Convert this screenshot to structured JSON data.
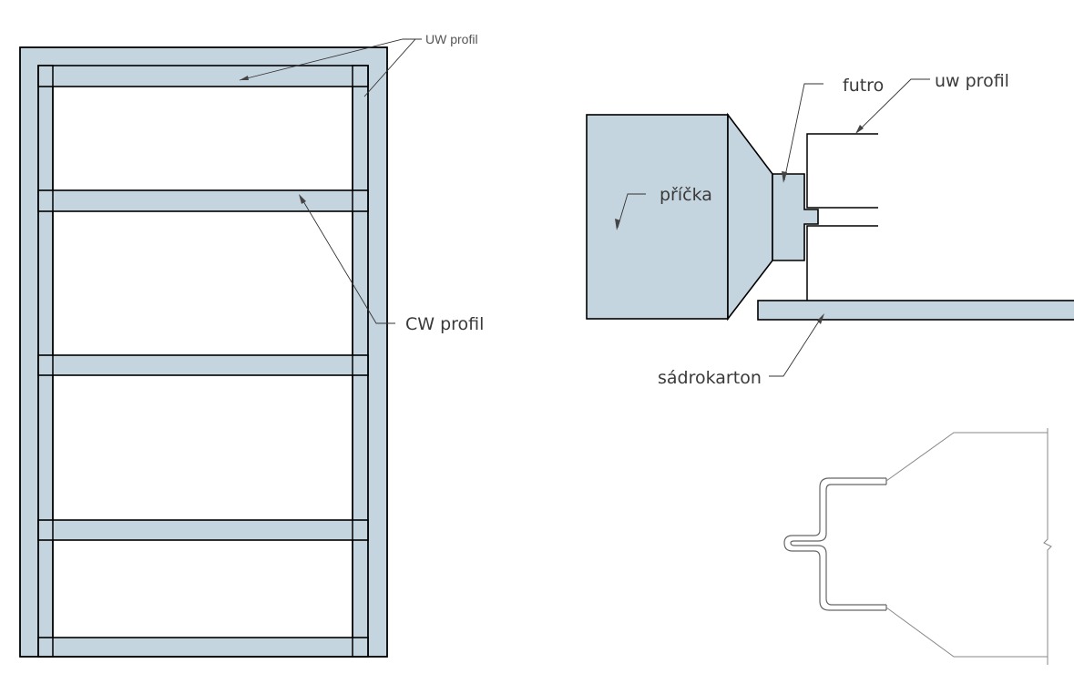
{
  "diagram": {
    "type": "drywall partition construction detail",
    "colors": {
      "profile_fill": "#c5d5df",
      "outline": "#000000",
      "label": "#3a3a3a"
    },
    "front_view": {
      "title": "partition frame elevation",
      "rails_count": 5,
      "studs_count": 2,
      "labels": {
        "uw_profile": "UW profil",
        "cw_profile": "CW profil"
      }
    },
    "section_view": {
      "title": "wall junction section",
      "labels": {
        "partition": "příčka",
        "futro": "futro",
        "uw_profile": "uw profil",
        "drywall": "sádrokarton"
      }
    },
    "profile_detail": {
      "title": "profile cross-section sketch"
    }
  }
}
